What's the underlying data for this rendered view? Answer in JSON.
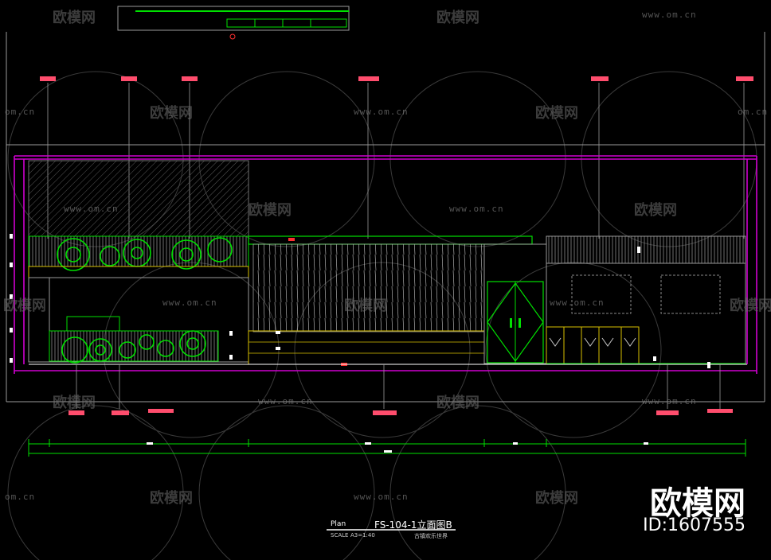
{
  "drawing": {
    "title": "FS-104-1立面图B",
    "label_left": "Plan",
    "scale_label": "SCALE",
    "scale_value": "A3=1:40",
    "subtitle": "古镇欢乐世界"
  },
  "watermark": {
    "brand_text": "欧模网",
    "url_text": "www.om.cn",
    "url_short": "om.cn"
  },
  "brand": {
    "name": "欧模网",
    "id_text": "ID:1607555"
  },
  "colors": {
    "background": "#000000",
    "cad_green": "#00e000",
    "cad_magenta": "#d000d0",
    "cad_yellow": "#d8c000",
    "cad_white": "#ffffff",
    "cad_gray": "#9a9a9a",
    "tag_red": "#ff4d6d"
  }
}
